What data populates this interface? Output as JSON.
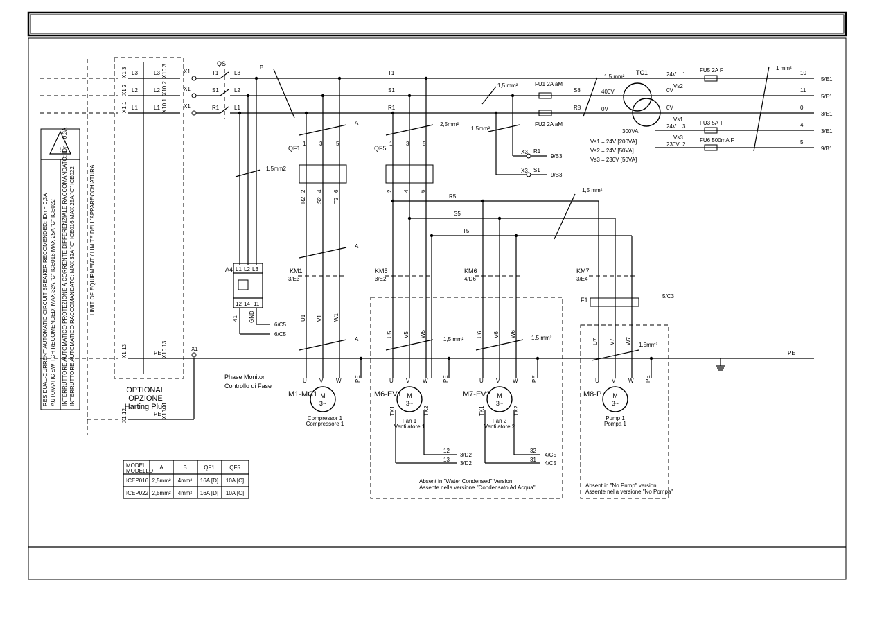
{
  "plug": {
    "optional": "OPTIONAL",
    "opzione": "OPZIONE",
    "harting": "Harting Plug",
    "x1_3": "X1 3",
    "x1_2": "X1 2",
    "x1_1": "X1 1",
    "x10_3": "X10 3",
    "x10_2": "X10 2",
    "x10_1": "X10 1",
    "x1_13": "X1 13",
    "x10_13": "X10 13",
    "x1_12": "X1 12",
    "x10_11": "X10 11",
    "l3": "L3",
    "l2": "L2",
    "l1": "L1",
    "pe": "PE"
  },
  "notes": {
    "en_title": "RESIDUAL-CURRENT AUTOMATIC CIRCUIT BREAKER RECOMENDED:  IDn = 0,3A",
    "en_max": "AUTOMATIC SWITCH RECOMENDED:   MAX 32A \"C\" ICE016   MAX 25A \"C\" ICE022",
    "it_title": "INTERRUTTORE AUTOMATICO PROTEZIONE A CORRENTE DIFFERENZIALE RACCOMANDATO:  IDn = 0,3A",
    "it_max": "INTERRUTTORE AUTOMATICO RACCOMANDATO:   MAX 32A \"C\" ICE016   MAX 25A \"C\" ICE022",
    "limit": "LIMIT OF EQUIPMENT / LIMITE DELL'APPARECCHIATURA"
  },
  "labels": {
    "x1": "X1",
    "qs": "QS",
    "b": "B",
    "a": "A",
    "l1": "L1",
    "l2": "L2",
    "l3": "L3",
    "t1": "T1",
    "s1": "S1",
    "r1": "R1",
    "qf1": "QF1",
    "qf5": "QF5",
    "a4": "A4",
    "km1": "KM1",
    "km1ref": "3/E3",
    "km5": "KM5",
    "km5ref": "3/E2",
    "km6": "KM6",
    "km6ref": "4/D6",
    "km7": "KM7",
    "km7ref": "3/E4",
    "f1": "F1",
    "f1ref": "5/C3",
    "r2": "R2",
    "s2": "S2",
    "t2": "T2",
    "r5": "R5",
    "s5": "S5",
    "t5": "T5",
    "u1": "U1",
    "v1": "V1",
    "w1": "W1",
    "u5": "U5",
    "v5": "V5",
    "w5": "W5",
    "u6": "U6",
    "v6": "V6",
    "w6": "W6",
    "u7": "U7",
    "v7": "V7",
    "w7": "W7",
    "n41": "41",
    "gnd": "GND",
    "pe": "PE",
    "u": "U",
    "v": "V",
    "w": "W",
    "m": "M",
    "tilde": "3~",
    "mm15": "1,5mm2",
    "mm15b": "1,5 mm²",
    "mm25": "2,5mm²",
    "mm15c": "1,5mm²",
    "mm1": "1 mm²",
    "ref6c5a": "6/C5",
    "ref6c5b": "6/C5",
    "phase_en": "Phase Monitor",
    "phase_it": "Controllo di Fase",
    "tk1": "TK1",
    "tk2": "TK2",
    "n12": "12",
    "n13": "13",
    "n32": "32",
    "n31": "31",
    "ref3d2a": "3/D2",
    "ref3d2b": "3/D2",
    "ref4c5a": "4/C5",
    "ref4c5b": "4/C5",
    "x3": "X3",
    "ref9b3a": "9/B3",
    "ref9b3b": "9/B3"
  },
  "motors": [
    {
      "tag": "M1-MC1",
      "name_en": "Compressor 1",
      "name_it": "Compressore 1"
    },
    {
      "tag": "M6-EV1",
      "name_en": "Fan 1",
      "name_it": "Ventilatore 1"
    },
    {
      "tag": "M7-EV2",
      "name_en": "Fan 2",
      "name_it": "Ventilatore 2"
    },
    {
      "tag": "M8-P",
      "name_en": "Pump 1",
      "name_it": "Pompa 1"
    }
  ],
  "absent": {
    "water_en": "Absent in \"Water Condensed\" Version",
    "water_it": "Assente nella versione \"Condensato Ad Acqua\"",
    "pump_en": "Absent in \"No Pump\" version",
    "pump_it": "Assente nella versione \"No Pompa\""
  },
  "transformer": {
    "tc1": "TC1",
    "va": "300VA",
    "fu1": "FU1 2A aM",
    "fu2": "FU2 2A aM",
    "fu5": "FU5 2A F",
    "fu3": "FU3 5A T",
    "fu6": "FU6 500mA F",
    "s8": "S8",
    "r8": "R8",
    "v400": "400V",
    "v0a": "0V",
    "v24": "24V",
    "n1": "1",
    "vs2": "Vs2",
    "v0b": "0V",
    "v0c": "0V",
    "vs1": "Vs1",
    "v24b": "24V",
    "n3": "3",
    "vs3": "Vs3",
    "v230": "230V",
    "n2": "2",
    "spec1": "Vs1 = 24V [200VA]",
    "spec2": "Vs2 = 24V [50VA]",
    "spec3": "Vs3 = 230V [50VA]",
    "out": [
      {
        "num": "10",
        "ref": "5/E1"
      },
      {
        "num": "11",
        "ref": "5/E1"
      },
      {
        "num": "0",
        "ref": "3/E1"
      },
      {
        "num": "4",
        "ref": "3/E1"
      },
      {
        "num": "5",
        "ref": "9/B1"
      }
    ],
    "mm15": "1,5 mm²",
    "mm1": "1 mm²",
    "mm15b": "1,5mm²",
    "r1": "R1",
    "s1": "S1"
  },
  "table": {
    "headers": [
      "MODEL\nMODELLO",
      "A",
      "B",
      "QF1",
      "QF5"
    ],
    "rows": [
      [
        "ICEP016",
        "2,5mm²",
        "4mm²",
        "16A [D]",
        "10A [C]"
      ],
      [
        "ICEP022",
        "2,5mm²",
        "4mm²",
        "16A [D]",
        "10A [C]"
      ]
    ]
  }
}
